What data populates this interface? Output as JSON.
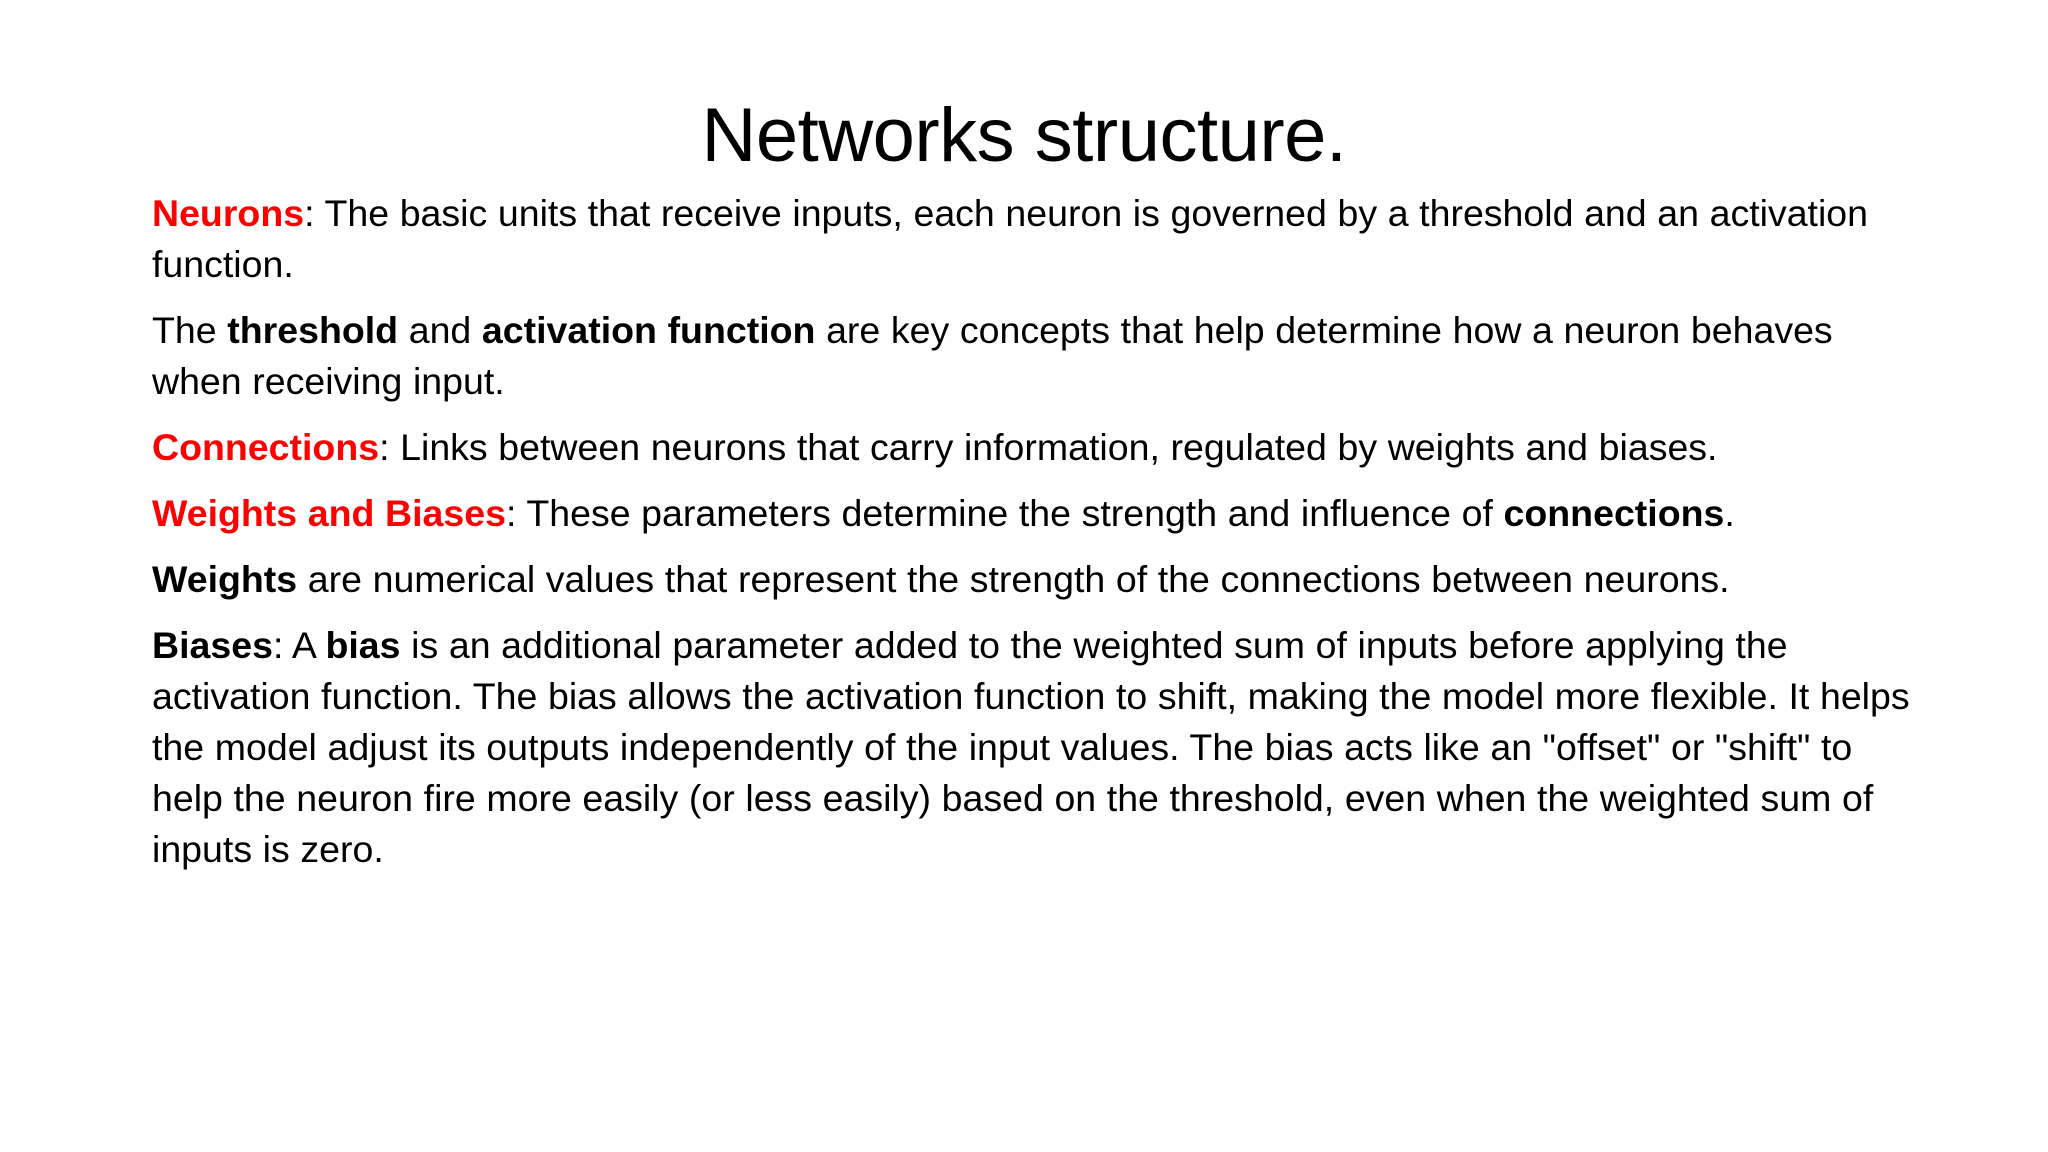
{
  "slide": {
    "title": "Networks structure.",
    "accent_color": "#FF0000",
    "text_color": "#000000",
    "background_color": "#FFFFFF",
    "paragraphs": [
      {
        "id": "neurons",
        "lead": "Neurons",
        "lead_style": "red-bold",
        "runs": [
          {
            "text": ": The basic units that receive inputs, each neuron is governed by a threshold and an activation function.",
            "style": "normal"
          }
        ]
      },
      {
        "id": "threshold-activation",
        "lead": "",
        "lead_style": "none",
        "runs": [
          {
            "text": "The ",
            "style": "normal"
          },
          {
            "text": "threshold",
            "style": "bold"
          },
          {
            "text": " and ",
            "style": "normal"
          },
          {
            "text": "activation function",
            "style": "bold"
          },
          {
            "text": " are key concepts that help determine how a neuron behaves when receiving input.",
            "style": "normal"
          }
        ]
      },
      {
        "id": "connections",
        "lead": "Connections",
        "lead_style": "red-bold",
        "runs": [
          {
            "text": ": Links between neurons that carry information, regulated by weights and biases.",
            "style": "normal"
          }
        ]
      },
      {
        "id": "weights-and-biases",
        "lead": "Weights and Biases",
        "lead_style": "red-bold",
        "runs": [
          {
            "text": ": These parameters determine the strength and influence of ",
            "style": "normal"
          },
          {
            "text": "connections",
            "style": "bold"
          },
          {
            "text": ".",
            "style": "normal"
          }
        ]
      },
      {
        "id": "weights",
        "lead": "Weights",
        "lead_style": "black-bold",
        "runs": [
          {
            "text": " are numerical values that represent the strength of the connections between neurons.",
            "style": "normal"
          }
        ]
      },
      {
        "id": "biases",
        "lead": "Biases",
        "lead_style": "black-bold",
        "runs": [
          {
            "text": ": A ",
            "style": "normal"
          },
          {
            "text": "bias",
            "style": "bold"
          },
          {
            "text": " is an additional parameter added to the weighted sum of inputs before applying the activation function. The bias allows the activation function to shift, making the model more flexible. It helps the model adjust its outputs independently of the input values. The bias acts like an \"offset\" or \"shift\" to help the neuron fire more easily (or less easily) based on the threshold, even when the weighted sum of inputs is zero.",
            "style": "normal"
          }
        ]
      }
    ]
  }
}
